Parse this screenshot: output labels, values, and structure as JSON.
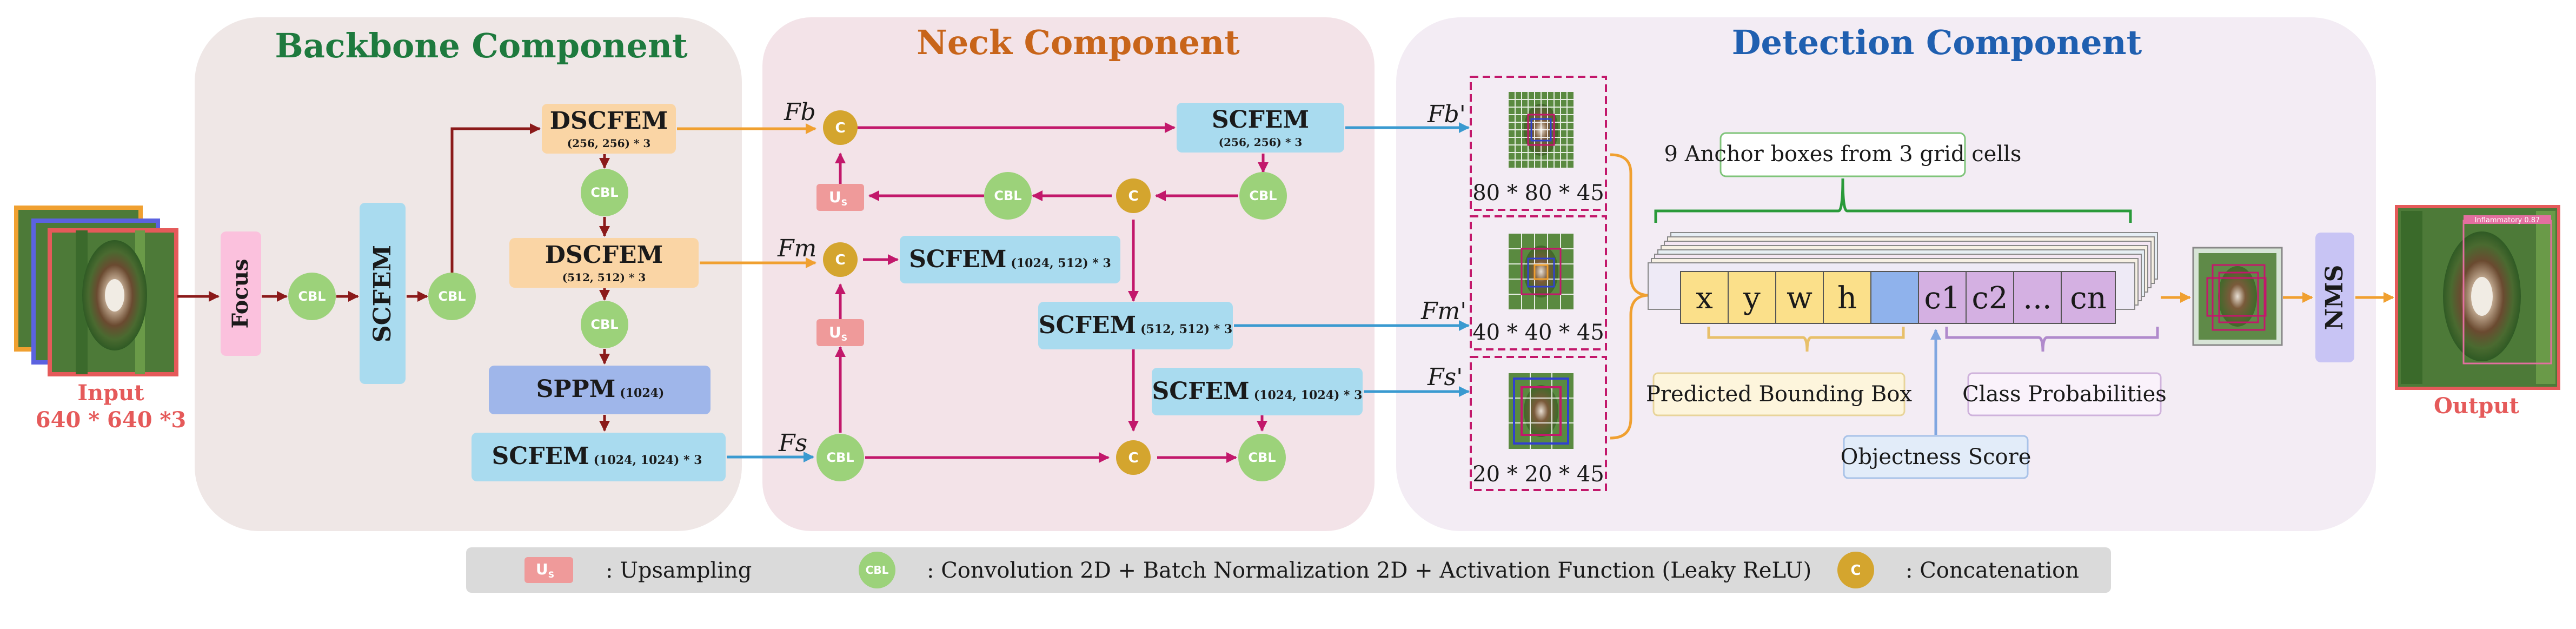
{
  "panels": {
    "backbone": "Backbone Component",
    "neck": "Neck Component",
    "detection": "Detection Component"
  },
  "colors": {
    "backbone_title": "#1e7a3e",
    "neck_title": "#c8651a",
    "detection_title": "#1f5fb0",
    "red_text": "#e55a5a",
    "arrow_dark": "#8b1a1a",
    "arrow_pink": "#c2186b",
    "arrow_orange": "#f0a030",
    "arrow_blue": "#3a9ad0",
    "cbl_fill": "#9cd27a",
    "concat_fill": "#d4a52e",
    "upsample_fill": "#ef9a9a",
    "scfem_fill": "#a9dbef",
    "dscfem_fill": "#fad5a5",
    "sppm_fill": "#9fb6ea",
    "focus_fill": "#fbc1dd",
    "nms_fill": "#c8c4f4"
  },
  "input": {
    "label": "Input",
    "size": "640 * 640 *3"
  },
  "output": {
    "label": "Output",
    "detection_tag": "Inflammatory 0.87"
  },
  "backbone": {
    "focus": "Focus",
    "scfem": "SCFEM",
    "cbl": "CBL",
    "dscfem1": {
      "name": "DSCFEM",
      "sub": "(256, 256) * 3"
    },
    "dscfem2": {
      "name": "DSCFEM",
      "sub": "(512, 512) * 3"
    },
    "sppm": {
      "name": "SPPM",
      "sub": "(1024)"
    },
    "scfem_bottom": {
      "name": "SCFEM",
      "sub": "(1024, 1024) * 3"
    }
  },
  "neck": {
    "fb": "Fb",
    "fm": "Fm",
    "fs": "Fs",
    "concat": "C",
    "upsample": "U",
    "upsample_sub": "S",
    "scfem_top": {
      "name": "SCFEM",
      "sub": "(256, 256) * 3"
    },
    "scfem_mid": {
      "name": "SCFEM",
      "sub": "(1024, 512) * 3"
    },
    "scfem_center": {
      "name": "SCFEM",
      "sub": "(512, 512) * 3"
    },
    "scfem_low": {
      "name": "SCFEM",
      "sub": "(1024, 1024) * 3"
    }
  },
  "detection": {
    "fb_prime": "Fb'",
    "fm_prime": "Fm'",
    "fs_prime": "Fs'",
    "grid1": "80 * 80 * 45",
    "grid2": "40 * 40 * 45",
    "grid3": "20 * 20 * 45",
    "anchor_label": "9 Anchor boxes from 3 grid cells",
    "cells": [
      "x",
      "y",
      "w",
      "h",
      "",
      "c1",
      "c2",
      "...",
      "cn"
    ],
    "predicted_bbox": "Predicted Bounding Box",
    "objectness": "Objectness Score",
    "class_prob": "Class Probabilities",
    "nms": "NMS"
  },
  "legend": {
    "upsampling": ": Upsampling",
    "cbl": ": Convolution 2D + Batch Normalization 2D + Activation Function (Leaky ReLU)",
    "concat": ": Concatenation"
  }
}
